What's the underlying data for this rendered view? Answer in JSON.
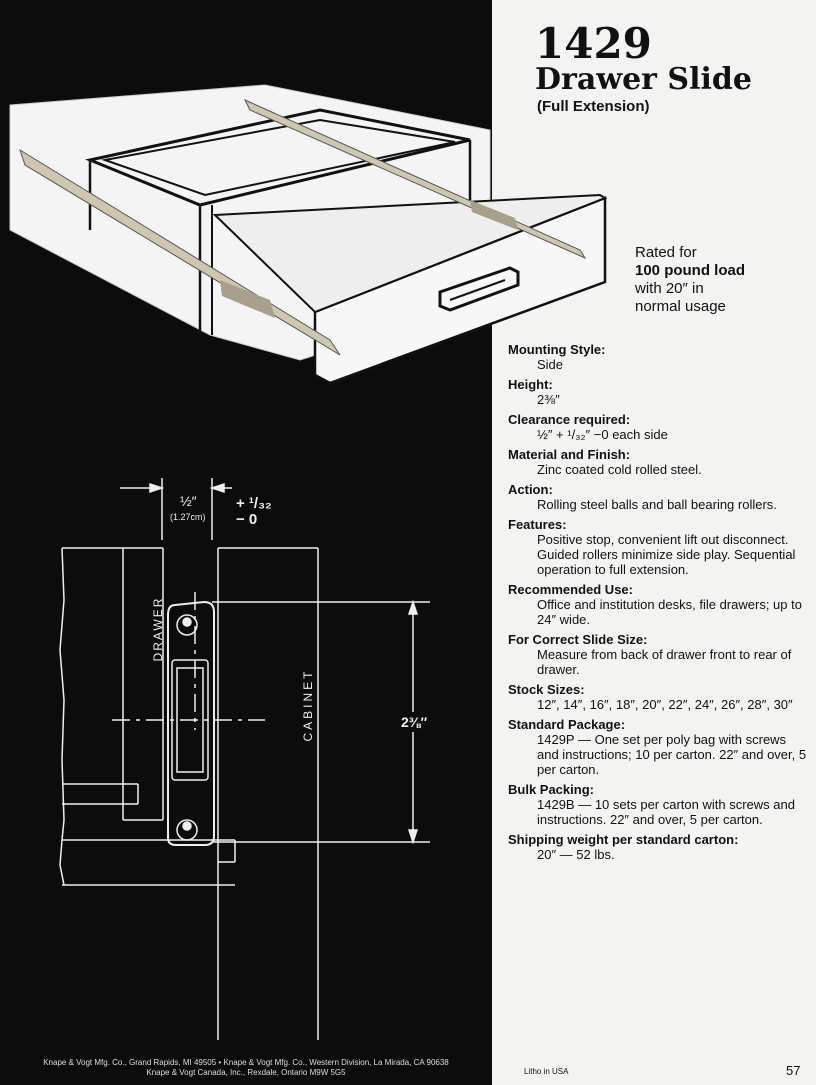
{
  "header": {
    "model": "1429",
    "title": "Drawer Slide",
    "subtitle": "(Full Extension)"
  },
  "rating": {
    "line1": "Rated for",
    "line2": "100 pound load",
    "line3": "with 20″ in",
    "line4": "normal usage"
  },
  "specs": [
    {
      "label": "Mounting Style:",
      "value": "Side"
    },
    {
      "label": "Height:",
      "value": "2⅜″"
    },
    {
      "label": "Clearance required:",
      "value": "½″ + ¹/₃₂″ −0 each side"
    },
    {
      "label": "Material and Finish:",
      "value": "Zinc coated cold rolled steel."
    },
    {
      "label": "Action:",
      "value": "Rolling steel balls and ball bearing rollers."
    },
    {
      "label": "Features:",
      "value": "Positive stop, convenient lift out disconnect. Guided rollers minimize side play. Sequential operation to full extension."
    },
    {
      "label": "Recommended Use:",
      "value": "Office and institution desks, file drawers; up to 24″ wide."
    },
    {
      "label": "For Correct Slide Size:",
      "value": "Measure from back of drawer front to rear of drawer."
    },
    {
      "label": "Stock Sizes:",
      "value": "12″, 14″, 16″, 18″, 20″, 22″, 24″, 26″, 28″, 30″"
    },
    {
      "label": "Standard Package:",
      "value": "1429P — One set per poly bag with screws and instructions; 10 per carton. 22″ and over, 5 per carton."
    },
    {
      "label": "Bulk Packing:",
      "value": "1429B — 10 sets per carton with screws and instructions. 22″ and over, 5 per carton."
    },
    {
      "label": "Shipping weight per standard carton:",
      "value": "20″ — 52 lbs."
    }
  ],
  "diagram": {
    "gap": "½″",
    "gap_metric": "(1.27cm)",
    "tolerance_plus": "+ ¹/₃₂",
    "tolerance_minus": "− 0",
    "drawer_label": "DRAWER",
    "cabinet_label": "CABINET",
    "height_label": "2⅜″"
  },
  "footer": {
    "line1": "Knape & Vogt Mfg. Co., Grand Rapids, MI 49505 • Knape & Vogt Mfg. Co., Western Division, La Mirada, CA 90638",
    "line2": "Knape & Vogt Canada, Inc., Rexdale, Ontario M9W 5G5",
    "litho": "Litho in USA",
    "page": "57"
  }
}
